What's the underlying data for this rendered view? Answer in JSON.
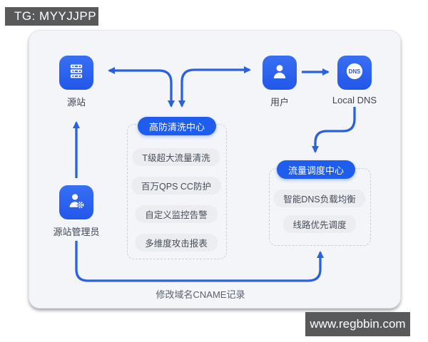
{
  "watermarks": {
    "tg": "TG: MYYJJPP",
    "site": "www.regbbin.com"
  },
  "nodes": {
    "origin": {
      "label": "源站"
    },
    "user": {
      "label": "用户"
    },
    "local_dns": {
      "label": "Local DNS",
      "icon_text": "DNS"
    },
    "admin": {
      "label": "源站管理员"
    }
  },
  "groups": {
    "scrubbing": {
      "title": "高防清洗中心",
      "items": [
        "T级超大流量清洗",
        "百万QPS CC防护",
        "自定义监控告警",
        "多维度攻击报表"
      ]
    },
    "scheduling": {
      "title": "流量调度中心",
      "items": [
        "智能DNS负载均衡",
        "线路优先调度"
      ]
    }
  },
  "annotations": {
    "cname": "修改域名CNAME记录"
  },
  "colors": {
    "accent_blue": "#2a62dd",
    "pill_blue": "#1f5def",
    "card_bg": "#f3f5f9"
  }
}
